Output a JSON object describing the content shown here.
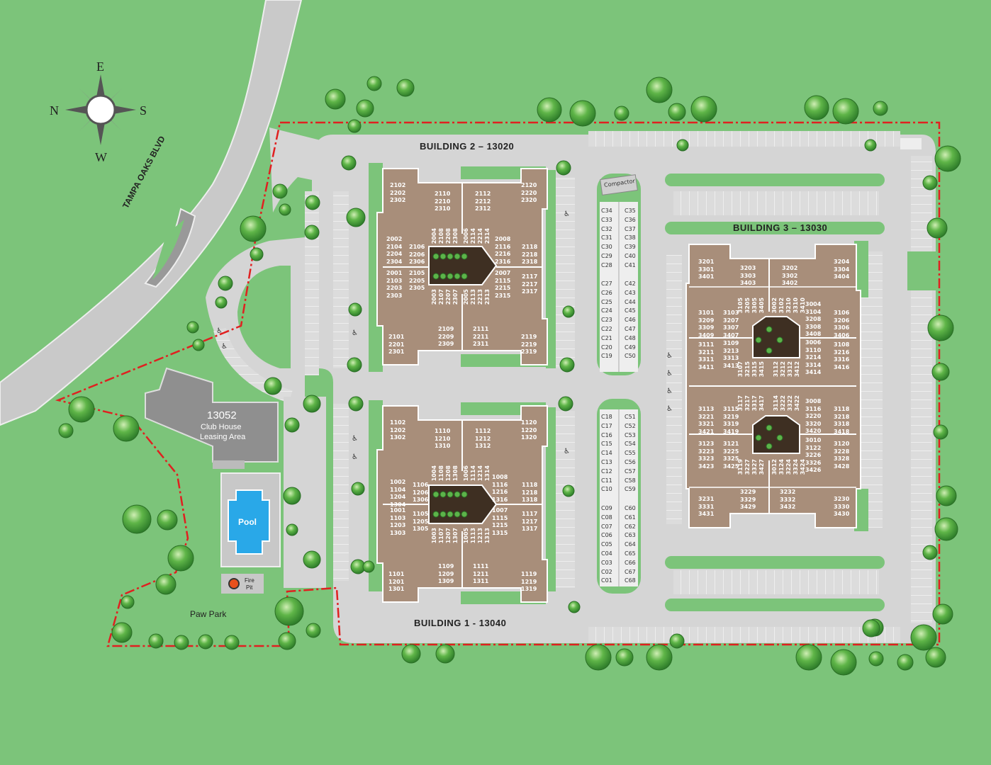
{
  "compass": {
    "top": "E",
    "left": "N",
    "right": "S",
    "bottom": "W"
  },
  "road_label": "TAMPA OAKS BLVD",
  "buildings": {
    "b1": "BUILDING 1 - 13040",
    "b2": "BUILDING 2 – 13020",
    "b3": "BUILDING 3 – 13030"
  },
  "clubhouse": {
    "number": "13052",
    "line1": "Club House",
    "line2": "Leasing Area"
  },
  "pool_label": "Pool",
  "fire_pit": {
    "line1": "Fire",
    "line2": "Pit"
  },
  "paw_park": "Paw Park",
  "compactor": "Compactor",
  "carports_left_top": [
    "C34",
    "C33",
    "C32",
    "C31",
    "C30",
    "C29",
    "C28"
  ],
  "carports_right_top": [
    "C35",
    "C36",
    "C37",
    "C38",
    "C39",
    "C40",
    "C41"
  ],
  "carports_left_mid": [
    "C27",
    "C26",
    "C25",
    "C24",
    "C23",
    "C22",
    "C21",
    "C20",
    "C19"
  ],
  "carports_right_mid": [
    "C42",
    "C43",
    "C44",
    "C45",
    "C46",
    "C47",
    "C48",
    "C49",
    "C50"
  ],
  "carports_left_low": [
    "C18",
    "C17",
    "C16",
    "C15",
    "C14",
    "C13",
    "C12",
    "C11",
    "C10"
  ],
  "carports_right_low": [
    "C51",
    "C52",
    "C53",
    "C54",
    "C55",
    "C56",
    "C57",
    "C58",
    "C59"
  ],
  "carports_left_bot": [
    "C09",
    "C08",
    "C07",
    "C06",
    "C05",
    "C04",
    "C03",
    "C02",
    "C01"
  ],
  "carports_right_bot": [
    "C60",
    "C61",
    "C62",
    "C63",
    "C64",
    "C65",
    "C66",
    "C67",
    "C68"
  ],
  "b2_units": {
    "u2102": "2102\n2202\n2302",
    "u2110": "2110\n2210\n2310",
    "u2112": "2112\n2212\n2312",
    "u2120": "2120\n2220\n2320",
    "u2002": "2002\n2104\n2204\n2304",
    "u2106": "2106\n2206\n2306",
    "u2008": "2008\n2116\n2216\n2316",
    "u2118": "2118\n2218\n2318",
    "u2001": "2001\n2103\n2203\n2303",
    "u2105": "2105\n2205\n2305",
    "u2007": "2007\n2115\n2215\n2315",
    "u2117": "2117\n2217\n2317",
    "u2101": "2101\n2201\n2301",
    "u2109": "2109\n2209\n2309",
    "u2111": "2111\n2211\n2311",
    "u2119": "2119\n2219\n2319",
    "v2004": "2004",
    "v2108": "2108",
    "v2208": "2208",
    "v2308": "2308",
    "v2006": "2006",
    "v2114": "2114",
    "v2214": "2214",
    "v2314": "2314",
    "v2003": "2003",
    "v2107": "2107",
    "v2207": "2207",
    "v2307": "2307",
    "v2005": "2005",
    "v2113": "2113",
    "v2213": "2213",
    "v2313": "2313"
  },
  "b1_units": {
    "u1102": "1102\n1202\n1302",
    "u1110": "1110\n1210\n1310",
    "u1112": "1112\n1212\n1312",
    "u1120": "1120\n1220\n1320",
    "u1002": "1002\n1104\n1204\n1304",
    "u1106": "1106\n1206\n1306",
    "u1008": "1008\n1116\n1216\n1316",
    "u1118": "1118\n1218\n1318",
    "u1001": "1001\n1103\n1203\n1303",
    "u1105": "1105\n1205\n1305",
    "u1007": "1007\n1115\n1215\n1315",
    "u1117": "1117\n1217\n1317",
    "u1101": "1101\n1201\n1301",
    "u1109": "1109\n1209\n1309",
    "u1111": "1111\n1211\n1311",
    "u1119": "1119\n1219\n1319",
    "v1004": "1004",
    "v1108": "1108",
    "v1208": "1208",
    "v1308": "1308",
    "v1006": "1006",
    "v1114": "1114",
    "v1214": "1214",
    "v1314": "1314",
    "v1003": "1003",
    "v1107": "1107",
    "v1207": "1207",
    "v1307": "1307",
    "v1005": "1005",
    "v1113": "1113",
    "v1213": "1213",
    "v1313": "1313"
  },
  "b3_units": {
    "u3201": "3201\n3301\n3401",
    "u3203": "3203\n3303\n3403",
    "u3202": "3202\n3302\n3402",
    "u3204": "3204\n3304\n3404",
    "u3101": "3101\n3209\n3309\n3409",
    "u3103": "3103\n3207\n3307\n3407",
    "u3004": "3004\n3104\n3208\n3308\n3408",
    "u3106": "3106\n3206\n3306\n3406",
    "u3111": "3111\n3211\n3311\n3411",
    "u3109": "3109\n3213\n3313\n3413",
    "u3006": "3006\n3110\n3214\n3314\n3414",
    "u3108": "3108\n3216\n3316\n3416",
    "u3113": "3113\n3221\n3321\n3421",
    "u3115": "3115\n3219\n3319\n3419",
    "u3008": "3008\n3116\n3220\n3320\n3420",
    "u3118": "3118\n3218\n3318\n3418",
    "u3123": "3123\n3223\n3323\n3423",
    "u3121": "3121\n3225\n3325\n3425",
    "u3010": "3010\n3122\n3226\n3326\n3426",
    "u3120": "3120\n3228\n3328\n3428",
    "u3231": "3231\n3331\n3431",
    "u3229": "3229\n3329\n3429",
    "u3232": "3232\n3332\n3432",
    "u3230": "3230\n3330\n3430",
    "v3105": "3105",
    "v3205": "3205",
    "v3305": "3305",
    "v3405": "3405",
    "v3002": "3002",
    "v3102": "3102",
    "v3210": "3210",
    "v3310": "3310",
    "v3410": "3410",
    "v3107": "3107",
    "v3215": "3215",
    "v3315": "3315",
    "v3415": "3415",
    "v3112": "3112",
    "v3212": "3212",
    "v3312": "3312",
    "v3412": "3412",
    "v3117": "3117",
    "v3217": "3217",
    "v3317": "3317",
    "v3417": "3417",
    "v3114": "3114",
    "v3222": "3222",
    "v3322": "3322",
    "v3422": "3422",
    "v3119": "3119",
    "v3227": "3227",
    "v3327": "3327",
    "v3427": "3427",
    "v3012": "3012",
    "v3124": "3124",
    "v3224": "3224",
    "v3324": "3324",
    "v3424": "3424"
  }
}
